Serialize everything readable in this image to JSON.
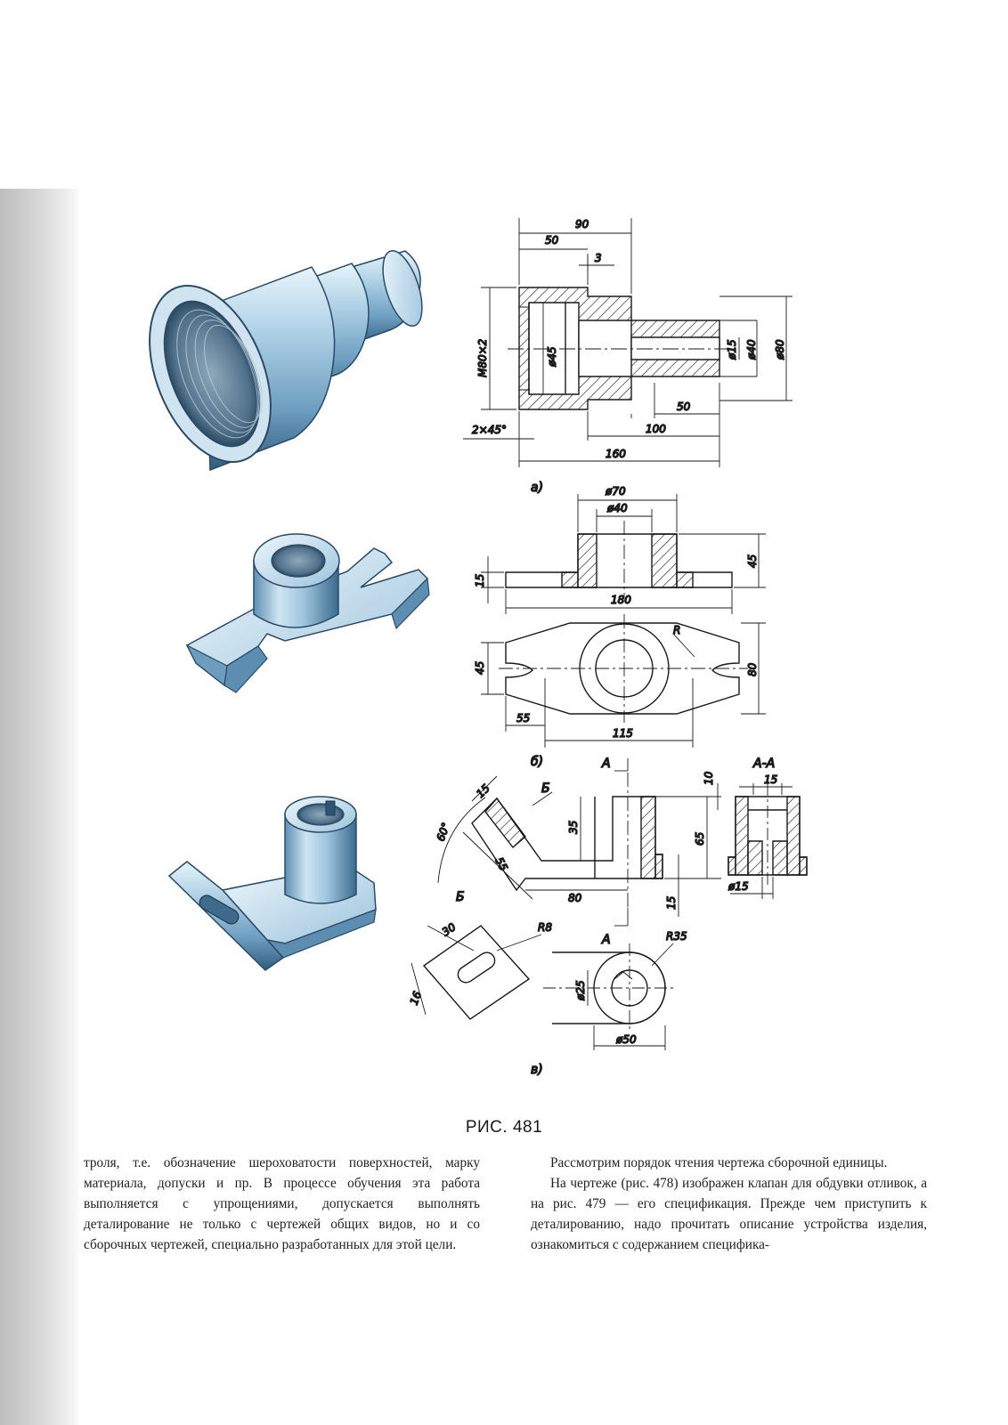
{
  "figure": {
    "caption": "РИС. 481",
    "part_labels": [
      "а)",
      "б)",
      "в)"
    ],
    "section_labels": {
      "a_marker": "А",
      "b_marker": "Б",
      "section_aa": "А-А"
    },
    "dims_a": {
      "d90": "90",
      "d50_top": "50",
      "d3": "3",
      "thread": "M80×2",
      "d45": "ø45",
      "d15": "ø15",
      "d40": "ø40",
      "d80": "ø80",
      "d50_bottom": "50",
      "chamfer": "2×45°",
      "d100": "100",
      "d160": "160"
    },
    "dims_b": {
      "d70": "ø70",
      "d40": "ø40",
      "d15": "15",
      "d45_top": "45",
      "d180": "180",
      "r": "R",
      "d45_plan": "45",
      "d80": "80",
      "d55": "55",
      "d115": "115"
    },
    "dims_c": {
      "d15_top": "15",
      "d60deg": "60°",
      "d55": "55",
      "d35": "35",
      "d65": "65",
      "d80": "80",
      "d15_right": "15",
      "d10": "10",
      "d15_section": "15",
      "d15_hole": "ø15",
      "d30": "30",
      "r8": "R8",
      "d16": "16",
      "r35": "R35",
      "d25": "ø25",
      "d50": "ø50"
    }
  },
  "text": {
    "left_column": [
      "троля, т.е. обозначение шероховатости поверхностей, марку материала, допуски и пр. В процессе обучения эта работа выполняется с упрощениями, допускается выполнять деталирование не только с чертежей общих видов, но и со сборочных чертежей, специально разработанных для этой цели."
    ],
    "right_column": [
      "Рассмотрим порядок чтения чертежа сборочной единицы.",
      "На чертеже (рис. 478) изображен клапан для обдувки отливок, а на рис. 479 — его спецификация. Прежде чем приступить к деталированию, надо прочитать описание устройства изделия, ознакомиться с содержанием специфика-"
    ]
  },
  "colors": {
    "metal_light": "#d9ecf6",
    "metal_mid": "#8fb9d4",
    "metal_dark": "#3f6f91",
    "ink": "#1a1a1a"
  }
}
